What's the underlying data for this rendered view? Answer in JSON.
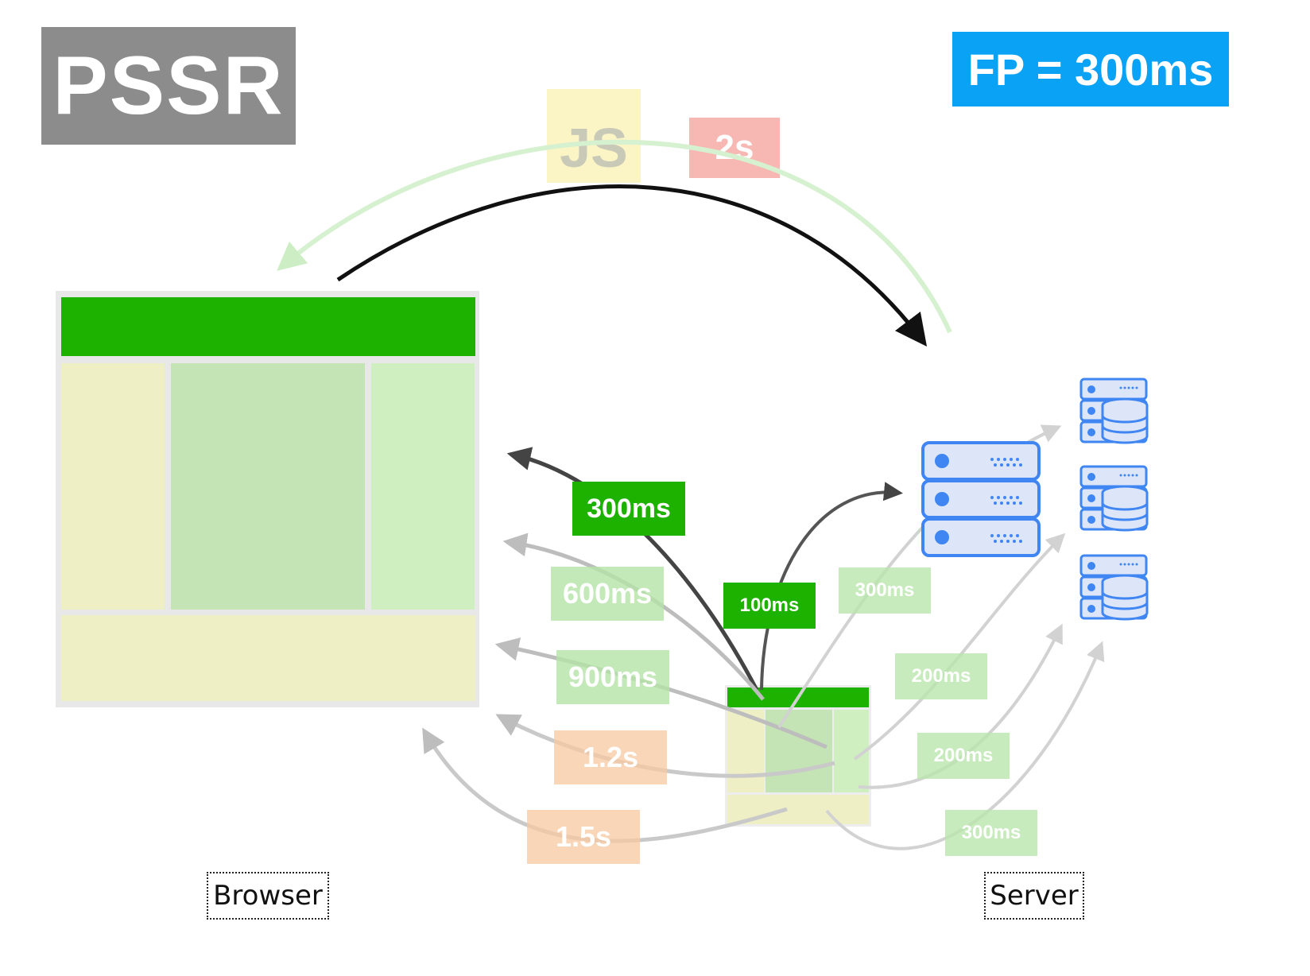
{
  "title_badge": {
    "text": "PSSR"
  },
  "metric_badge": {
    "text": "FP = 300ms"
  },
  "js_badge": {
    "text": "JS"
  },
  "js_time": {
    "text": "2s"
  },
  "browser_label": {
    "text": "Browser"
  },
  "server_label": {
    "text": "Server"
  },
  "browser_times": [
    "300ms",
    "600ms",
    "900ms",
    "1.2s",
    "1.5s"
  ],
  "first_request": {
    "text": "100ms"
  },
  "server_times": [
    "300ms",
    "200ms",
    "200ms",
    "300ms"
  ],
  "colors": {
    "title_gray": "#8c8c8c",
    "metric_blue": "#0aa2f5",
    "header_green": "#1db100",
    "sidebar_yellow": "#efefc6",
    "main_green": "#c4e4b6",
    "right_green": "#d0efc1",
    "js_yellow": "#fbf4c4",
    "time_red": "#f7b8b4",
    "faded_green": "#b9e6ad",
    "faded_orange": "#f8cfaa",
    "server_blue": "#3f86f2"
  },
  "icons": [
    "arrow-icon",
    "server-rack-icon",
    "database-server-icon"
  ]
}
